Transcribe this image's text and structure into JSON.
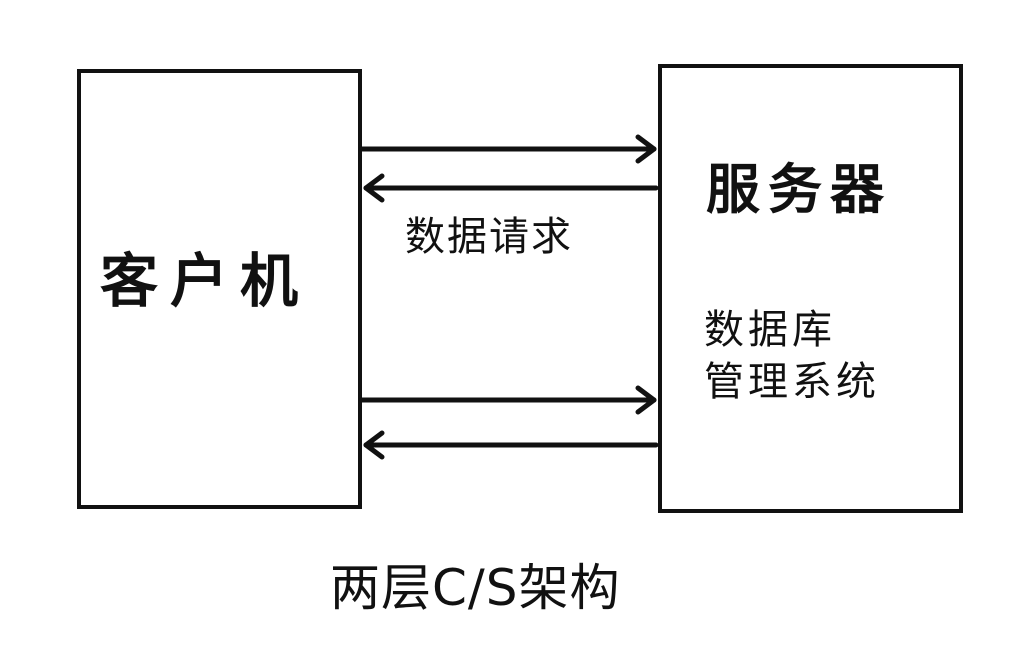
{
  "client": {
    "label": "客户机"
  },
  "server": {
    "title": "服务器",
    "subtitle_line1": "数据库",
    "subtitle_line2": "管理系统"
  },
  "arrow_label": "数据请求",
  "caption": "两层C/S架构",
  "colors": {
    "stroke": "#111111",
    "background": "#ffffff"
  }
}
